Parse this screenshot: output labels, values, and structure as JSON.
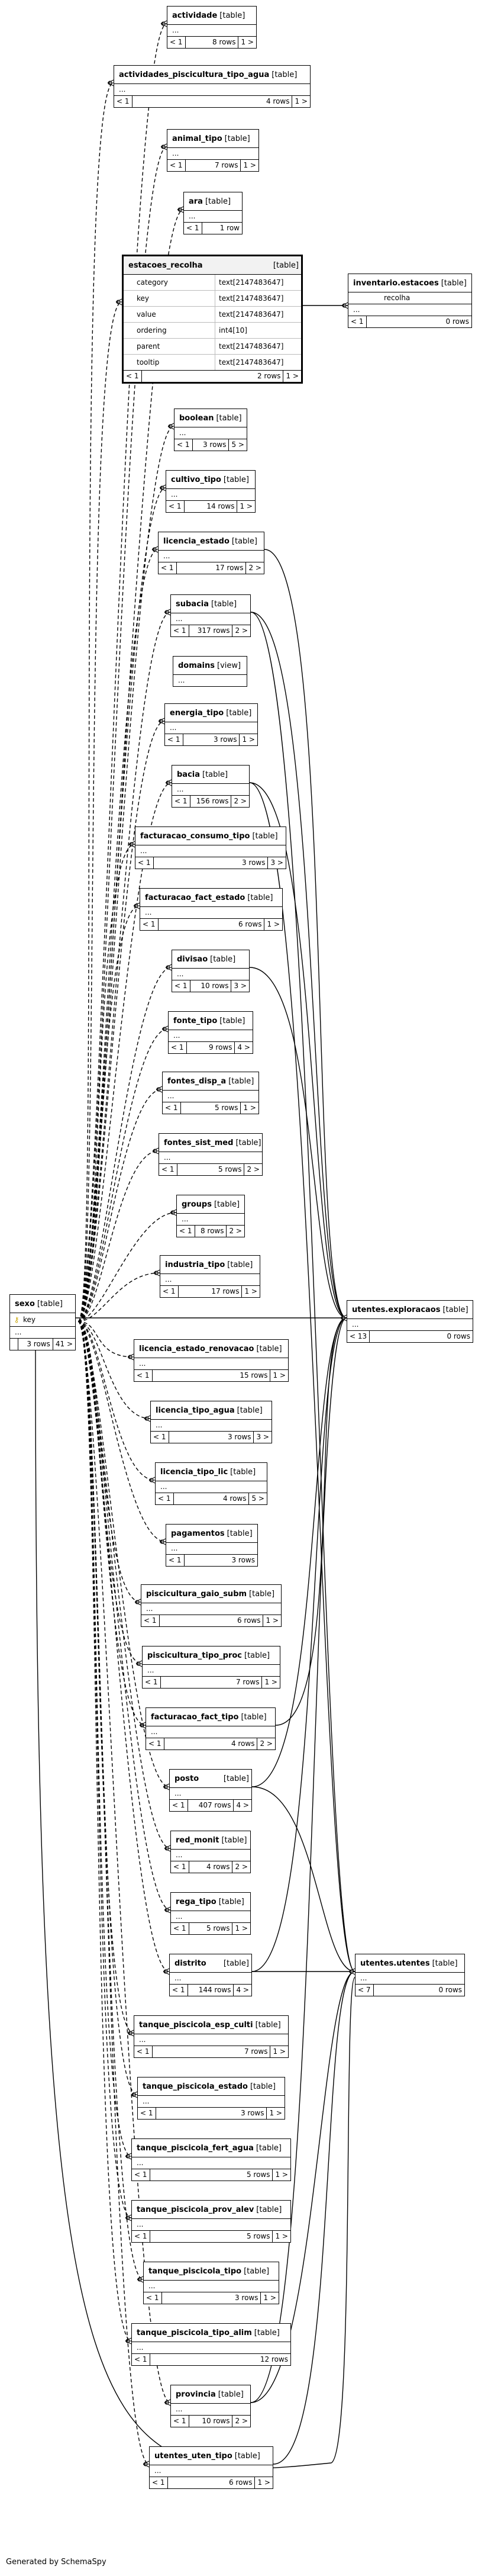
{
  "simple_tables": [
    {
      "id": "actividade",
      "name": "actividade",
      "kind": "[table]",
      "rows": "8 rows",
      "right": "1 >"
    },
    {
      "id": "actividades_piscicultura_tipo_agua",
      "name": "actividades_piscicultura_tipo_agua",
      "kind": "[table]",
      "rows": "4 rows",
      "right": "1 >"
    },
    {
      "id": "animal_tipo",
      "name": "animal_tipo",
      "kind": "[table]",
      "rows": "7 rows",
      "right": "1 >"
    },
    {
      "id": "ara",
      "name": "ara",
      "kind": "[table]",
      "rows": "1 row",
      "right": ""
    },
    {
      "id": "boolean",
      "name": "boolean",
      "kind": "[table]",
      "rows": "3 rows",
      "right": "5 >"
    },
    {
      "id": "cultivo_tipo",
      "name": "cultivo_tipo",
      "kind": "[table]",
      "rows": "14 rows",
      "right": "1 >"
    },
    {
      "id": "licencia_estado",
      "name": "licencia_estado",
      "kind": "[table]",
      "rows": "17 rows",
      "right": "2 >"
    },
    {
      "id": "subacia",
      "name": "subacia",
      "kind": "[table]",
      "rows": "317 rows",
      "right": "2 >"
    },
    {
      "id": "domains",
      "name": "domains",
      "kind": "[view]",
      "rows": "",
      "right": ""
    },
    {
      "id": "energia_tipo",
      "name": "energia_tipo",
      "kind": "[table]",
      "rows": "3 rows",
      "right": "1 >"
    },
    {
      "id": "bacia",
      "name": "bacia",
      "kind": "[table]",
      "rows": "156 rows",
      "right": "2 >"
    },
    {
      "id": "facturacao_consumo_tipo",
      "name": "facturacao_consumo_tipo",
      "kind": "[table]",
      "rows": "3 rows",
      "right": "3 >"
    },
    {
      "id": "facturacao_fact_estado",
      "name": "facturacao_fact_estado",
      "kind": "[table]",
      "rows": "6 rows",
      "right": "1 >"
    },
    {
      "id": "divisao",
      "name": "divisao",
      "kind": "[table]",
      "rows": "10 rows",
      "right": "3 >"
    },
    {
      "id": "fonte_tipo",
      "name": "fonte_tipo",
      "kind": "[table]",
      "rows": "9 rows",
      "right": "4 >"
    },
    {
      "id": "fontes_disp_a",
      "name": "fontes_disp_a",
      "kind": "[table]",
      "rows": "5 rows",
      "right": "1 >"
    },
    {
      "id": "fontes_sist_med",
      "name": "fontes_sist_med",
      "kind": "[table]",
      "rows": "5 rows",
      "right": "2 >"
    },
    {
      "id": "groups",
      "name": "groups",
      "kind": "[table]",
      "rows": "8 rows",
      "right": "2 >"
    },
    {
      "id": "industria_tipo",
      "name": "industria_tipo",
      "kind": "[table]",
      "rows": "17 rows",
      "right": "1 >"
    },
    {
      "id": "licencia_estado_renovacao",
      "name": "licencia_estado_renovacao",
      "kind": "[table]",
      "rows": "15 rows",
      "right": "1 >"
    },
    {
      "id": "licencia_tipo_agua",
      "name": "licencia_tipo_agua",
      "kind": "[table]",
      "rows": "3 rows",
      "right": "3 >"
    },
    {
      "id": "licencia_tipo_lic",
      "name": "licencia_tipo_lic",
      "kind": "[table]",
      "rows": "4 rows",
      "right": "5 >"
    },
    {
      "id": "pagamentos",
      "name": "pagamentos",
      "kind": "[table]",
      "rows": "3 rows",
      "right": ""
    },
    {
      "id": "piscicultura_gaio_subm",
      "name": "piscicultura_gaio_subm",
      "kind": "[table]",
      "rows": "6 rows",
      "right": "1 >"
    },
    {
      "id": "piscicultura_tipo_proc",
      "name": "piscicultura_tipo_proc",
      "kind": "[table]",
      "rows": "7 rows",
      "right": "1 >"
    },
    {
      "id": "facturacao_fact_tipo",
      "name": "facturacao_fact_tipo",
      "kind": "[table]",
      "rows": "4 rows",
      "right": "2 >"
    },
    {
      "id": "posto",
      "name": "posto",
      "kind": "[table]",
      "rows": "407 rows",
      "right": "4 >"
    },
    {
      "id": "red_monit",
      "name": "red_monit",
      "kind": "[table]",
      "rows": "4 rows",
      "right": "2 >"
    },
    {
      "id": "rega_tipo",
      "name": "rega_tipo",
      "kind": "[table]",
      "rows": "5 rows",
      "right": "1 >"
    },
    {
      "id": "distrito",
      "name": "distrito",
      "kind": "[table]",
      "rows": "144 rows",
      "right": "4 >"
    },
    {
      "id": "tanque_piscicola_esp_culti",
      "name": "tanque_piscicola_esp_culti",
      "kind": "[table]",
      "rows": "7 rows",
      "right": "1 >"
    },
    {
      "id": "tanque_piscicola_estado",
      "name": "tanque_piscicola_estado",
      "kind": "[table]",
      "rows": "3 rows",
      "right": "1 >"
    },
    {
      "id": "tanque_piscicola_fert_agua",
      "name": "tanque_piscicola_fert_agua",
      "kind": "[table]",
      "rows": "5 rows",
      "right": "1 >"
    },
    {
      "id": "tanque_piscicola_prov_alev",
      "name": "tanque_piscicola_prov_alev",
      "kind": "[table]",
      "rows": "5 rows",
      "right": "1 >"
    },
    {
      "id": "tanque_piscicola_tipo",
      "name": "tanque_piscicola_tipo",
      "kind": "[table]",
      "rows": "3 rows",
      "right": "1 >"
    },
    {
      "id": "tanque_piscicola_tipo_alim",
      "name": "tanque_piscicola_tipo_alim",
      "kind": "[table]",
      "rows": "12 rows",
      "right": ""
    },
    {
      "id": "provincia",
      "name": "provincia",
      "kind": "[table]",
      "rows": "10 rows",
      "right": "2 >"
    },
    {
      "id": "utentes_uten_tipo",
      "name": "utentes_uten_tipo",
      "kind": "[table]",
      "rows": "6 rows",
      "right": "1 >"
    },
    {
      "id": "inventario_estacoes",
      "name": "inventario.estacoes",
      "kind": "[table]",
      "rows": "0 rows",
      "right": ""
    },
    {
      "id": "utentes_exploracaos",
      "name": "utentes.exploracaos",
      "kind": "[table]",
      "rows": "0 rows",
      "right": ""
    },
    {
      "id": "utentes_utentes",
      "name": "utentes.utentes",
      "kind": "[table]",
      "rows": "0 rows",
      "right": ""
    }
  ],
  "common": {
    "left_marker": "< 1",
    "ellipsis": "...",
    "inv_child_col": "recolha",
    "util_left_13": "< 13",
    "util_left_7": "< 7"
  },
  "estacoes_recolha": {
    "name": "estacoes_recolha",
    "kind": "[table]",
    "columns": [
      {
        "name": "category",
        "type": "text[2147483647]"
      },
      {
        "name": "key",
        "type": "text[2147483647]"
      },
      {
        "name": "value",
        "type": "text[2147483647]"
      },
      {
        "name": "ordering",
        "type": "int4[10]"
      },
      {
        "name": "parent",
        "type": "text[2147483647]"
      },
      {
        "name": "tooltip",
        "type": "text[2147483647]"
      }
    ],
    "rows": "2 rows",
    "right": "1 >",
    "left": "< 1"
  },
  "sexo": {
    "name": "sexo",
    "kind": "[table]",
    "key_col": "key",
    "key_icon": "key-icon",
    "left": "3 rows",
    "right": "41 >"
  },
  "footer": "Generated by SchemaSpy"
}
